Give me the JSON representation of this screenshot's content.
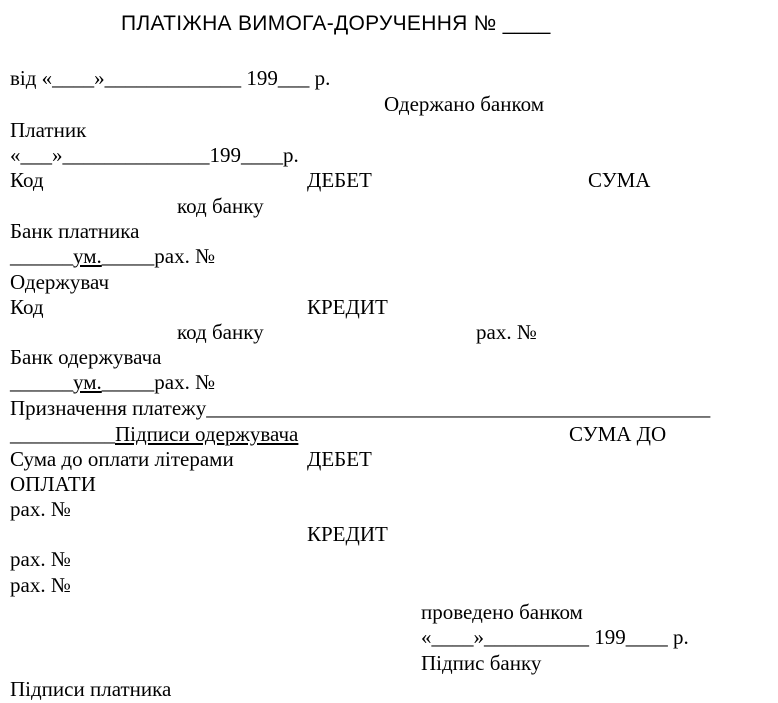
{
  "title": "ПЛАТІЖНА ВИМОГА-ДОРУЧЕННЯ № ____",
  "date_line": "від «____»_____________ 199___ р.",
  "received_by_bank": "Одержано банком",
  "payer": {
    "label": "Платник",
    "date_line": "«___»______________199____р.",
    "code": "Код",
    "debit": "ДЕБЕТ",
    "sum": "СУМА",
    "bank_code": "код банку",
    "bank": "Банк платника",
    "acct_prefix": "______",
    "acct_um": "ум.",
    "acct_mid": "_____",
    "acct_label": "рах. №"
  },
  "recipient": {
    "label": "Одержувач",
    "code": "Код",
    "credit": "КРЕДИТ",
    "bank_code": "код банку",
    "acct_label": "рах. №",
    "bank": "Банк одержувача",
    "acct_prefix": "______",
    "acct_um": "ум.",
    "acct_mid": "_____",
    "acct_label2": "рах. №"
  },
  "purpose": "Призначення платежу________________________________________________",
  "signatures_row": {
    "blank": "__________",
    "recipient_signatures": "Підписи одержувача",
    "sum_to": "СУМА ДО"
  },
  "sum_in_words": "Сума до оплати літерами",
  "debit2": "ДЕБЕТ",
  "payment": "ОПЛАТИ",
  "acct1": "рах. №",
  "credit2": "КРЕДИТ",
  "acct2": "рах. №",
  "acct3": "рах. №",
  "processed_by_bank": "проведено банком",
  "processed_date": "«____»__________ 199____ р.",
  "bank_signature": "Підпис банку",
  "payer_signatures": "Підписи платника"
}
